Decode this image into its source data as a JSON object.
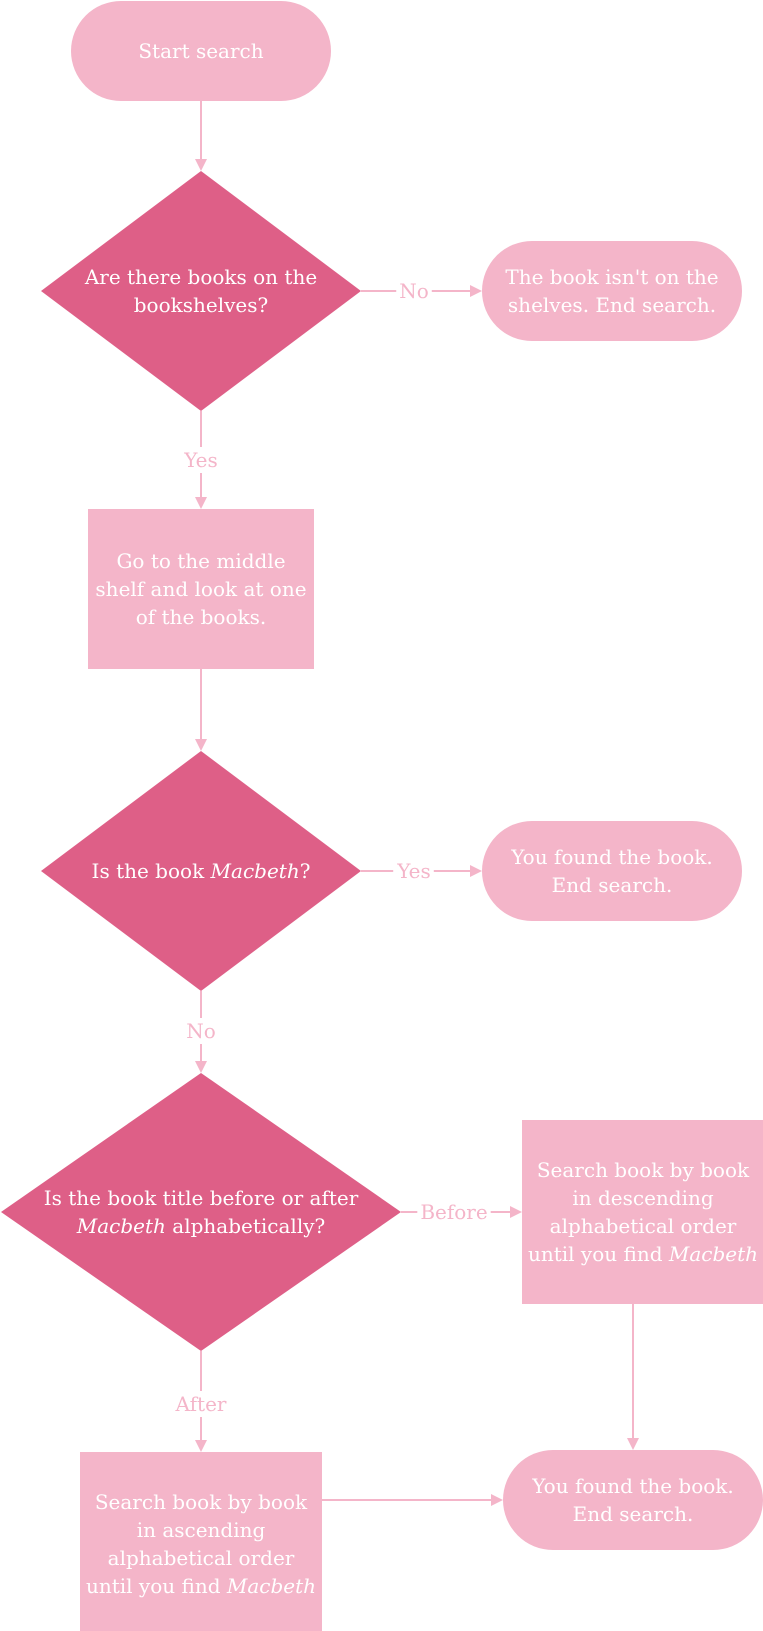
{
  "colors": {
    "terminal": "#f4b5c9",
    "process": "#f4b5c9",
    "decision": "#de5f87",
    "edge": "#f4b5c9",
    "text": "#ffffff"
  },
  "nodes": {
    "start": {
      "type": "terminal",
      "lines": [
        [
          {
            "t": "Start search"
          }
        ]
      ]
    },
    "q_books": {
      "type": "decision",
      "lines": [
        [
          {
            "t": "Are there books on the"
          }
        ],
        [
          {
            "t": "bookshelves?"
          }
        ]
      ]
    },
    "not_on_shelves": {
      "type": "terminal",
      "lines": [
        [
          {
            "t": "The book isn't on the"
          }
        ],
        [
          {
            "t": "shelves. End search."
          }
        ]
      ]
    },
    "middle_shelf": {
      "type": "process",
      "lines": [
        [
          {
            "t": "Go to the middle"
          }
        ],
        [
          {
            "t": "shelf and look at one"
          }
        ],
        [
          {
            "t": "of the books."
          }
        ]
      ]
    },
    "q_macbeth": {
      "type": "decision",
      "lines": [
        [
          {
            "t": "Is the book "
          },
          {
            "t": "Macbeth",
            "i": true
          },
          {
            "t": "?"
          }
        ]
      ]
    },
    "found_1": {
      "type": "terminal",
      "lines": [
        [
          {
            "t": "You found the book."
          }
        ],
        [
          {
            "t": "End search."
          }
        ]
      ]
    },
    "q_before_after": {
      "type": "decision",
      "lines": [
        [
          {
            "t": "Is the book title before or after"
          }
        ],
        [
          {
            "t": "Macbeth",
            "i": true
          },
          {
            "t": " alphabetically?"
          }
        ]
      ]
    },
    "search_desc": {
      "type": "process",
      "lines": [
        [
          {
            "t": "Search book by book"
          }
        ],
        [
          {
            "t": "in descending"
          }
        ],
        [
          {
            "t": "alphabetical order"
          }
        ],
        [
          {
            "t": "until you find "
          },
          {
            "t": "Macbeth",
            "i": true
          }
        ]
      ]
    },
    "search_asc": {
      "type": "process",
      "lines": [
        [
          {
            "t": "Search book by book"
          }
        ],
        [
          {
            "t": "in ascending"
          }
        ],
        [
          {
            "t": "alphabetical order"
          }
        ],
        [
          {
            "t": "until you find "
          },
          {
            "t": "Macbeth",
            "i": true
          }
        ]
      ]
    },
    "found_2": {
      "type": "terminal",
      "lines": [
        [
          {
            "t": "You found the book."
          }
        ],
        [
          {
            "t": "End search."
          }
        ]
      ]
    }
  },
  "edges": [
    {
      "from": "start",
      "to": "q_books",
      "label": ""
    },
    {
      "from": "q_books",
      "to": "not_on_shelves",
      "label": "No"
    },
    {
      "from": "q_books",
      "to": "middle_shelf",
      "label": "Yes"
    },
    {
      "from": "middle_shelf",
      "to": "q_macbeth",
      "label": ""
    },
    {
      "from": "q_macbeth",
      "to": "found_1",
      "label": "Yes"
    },
    {
      "from": "q_macbeth",
      "to": "q_before_after",
      "label": "No"
    },
    {
      "from": "q_before_after",
      "to": "search_desc",
      "label": "Before"
    },
    {
      "from": "q_before_after",
      "to": "search_asc",
      "label": "After"
    },
    {
      "from": "search_desc",
      "to": "found_2",
      "label": ""
    },
    {
      "from": "search_asc",
      "to": "found_2",
      "label": ""
    }
  ]
}
